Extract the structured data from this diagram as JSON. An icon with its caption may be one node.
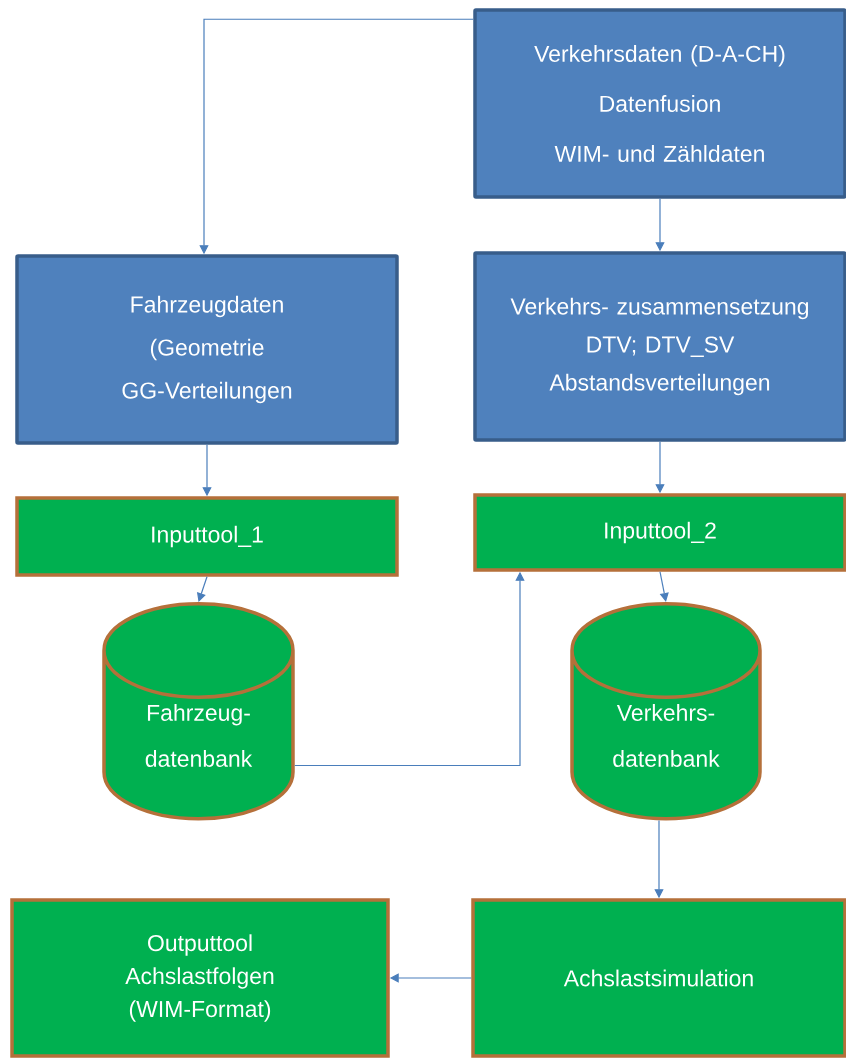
{
  "diagram": {
    "nodes": [
      {
        "text": [
          "Verkehrsdaten (D-A-CH)",
          "Datenfusion",
          "WIM- und Zähldaten"
        ]
      },
      {
        "text": [
          "Fahrzeugdaten",
          "(Geometrie",
          "GG-Verteilungen"
        ]
      },
      {
        "text": [
          "Verkehrs- zusammensetzung",
          "DTV; DTV_SV",
          "Abstandsverteilungen"
        ]
      },
      {
        "text": [
          "Inputtool_1"
        ]
      },
      {
        "text": [
          "Inputtool_2"
        ]
      },
      {
        "text": [
          "Fahrzeug- datenbank"
        ]
      },
      {
        "text": [
          "Verkehrs- datenbank"
        ]
      },
      {
        "text": [
          "Outputtool",
          "Achslastfolgen",
          "(WIM-Format)"
        ]
      },
      {
        "text": [
          "Achslastsimulation"
        ]
      }
    ],
    "edges": [
      {
        "from": 0,
        "to": 1,
        "arrow": "to"
      },
      {
        "from": 0,
        "to": 2,
        "arrow": "to"
      },
      {
        "from": 1,
        "to": 3,
        "arrow": "to"
      },
      {
        "from": 2,
        "to": 4,
        "arrow": "to"
      },
      {
        "from": 3,
        "to": 5,
        "arrow": "to"
      },
      {
        "from": 4,
        "to": 6,
        "arrow": "to"
      },
      {
        "from": 5,
        "to": 4,
        "arrow": "to"
      },
      {
        "from": 6,
        "to": 8,
        "arrow": "to"
      },
      {
        "from": 8,
        "to": 7,
        "arrow": "to"
      }
    ]
  }
}
